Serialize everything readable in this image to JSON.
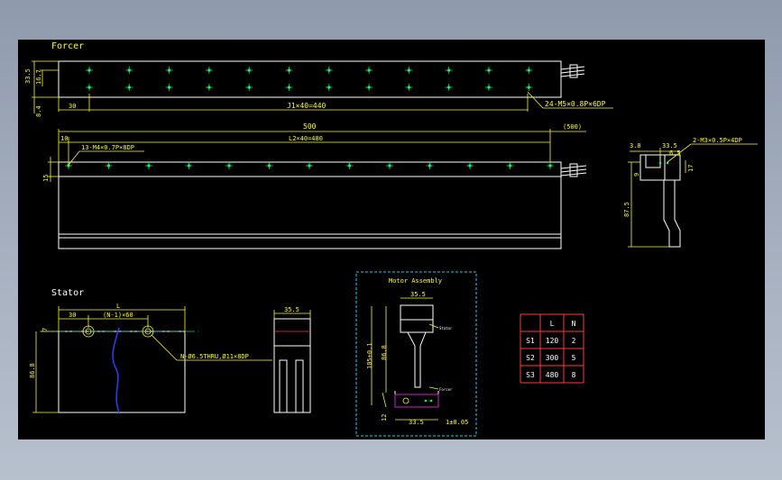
{
  "forcer": {
    "title": "Forcer",
    "top": {
      "dim_height": "33.5",
      "dim_row": "16.7",
      "dim_bottom": "8.4",
      "dim_left": "30",
      "dim_pitch": "J1×40=440",
      "callout_holes": "24-M5×0.8P×6DP"
    },
    "side": {
      "dim_total": "500",
      "dim_ref": "(500)",
      "dim_edge": "10",
      "dim_pitch": "L2×40=480",
      "callout_holes": "13-M4×0.7P×8DP",
      "dim_side": "15"
    },
    "end": {
      "dim_width": "33.5",
      "dim_inner": "6.5",
      "dim_left": "3.8",
      "dim_h1": "9",
      "dim_h2": "17",
      "dim_height": "87.5",
      "callout_holes": "2-M3×0.5P×4DP"
    }
  },
  "stator": {
    "title": "Stator",
    "dim_length": "L",
    "dim_left": "30",
    "dim_pitch": "(N-1)×60",
    "dim_offset": "7",
    "dim_height": "86.8",
    "callout_holes": "N-Ø6.5THRU,Ø11×8DP",
    "section_width": "35.5"
  },
  "motor_assembly": {
    "title": "Motor Assembly",
    "dim_width": "35.5",
    "dim_total": "105±0.1",
    "dim_stator": "86.8",
    "dim_base": "12",
    "dim_bottom": "33.5",
    "dim_gap": "1±0.05",
    "label_stator": "Stator",
    "label_forcer": "Forcer"
  },
  "table": {
    "headers": [
      "",
      "L",
      "N"
    ],
    "rows": [
      [
        "S1",
        "120",
        "2"
      ],
      [
        "S2",
        "300",
        "5"
      ],
      [
        "S3",
        "480",
        "8"
      ]
    ]
  },
  "colors": {
    "dimension": "#ffff00",
    "outline": "#ffffff",
    "hole": "#00ff66",
    "frame": "#00d7ff",
    "table": "#ff3b3b",
    "coil": "#2244ff",
    "centerline": "#00c8a0",
    "magnet": "#d020d0"
  }
}
